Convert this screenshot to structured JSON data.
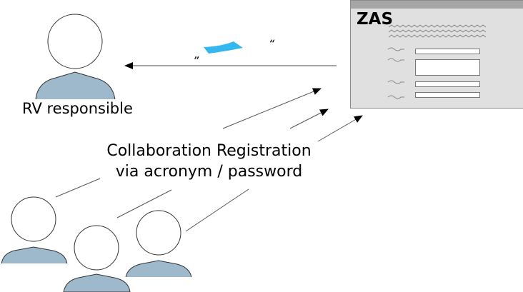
{
  "diagram": {
    "rv_person": {
      "label": "RV responsible"
    },
    "collaboration": {
      "line1": "Collaboration Registration",
      "line2": "via acronym / password"
    },
    "zas_window": {
      "title": "ZAS",
      "field_count": 4
    },
    "message": {
      "quote_open": "„",
      "quote_close": "“"
    },
    "collaborator_count": 3,
    "colors": {
      "person_body": "#9fb9cc",
      "window_bg": "#e0e0e0",
      "window_titlebar": "#a6a6a6",
      "message_shape": "#33b7ee"
    }
  }
}
